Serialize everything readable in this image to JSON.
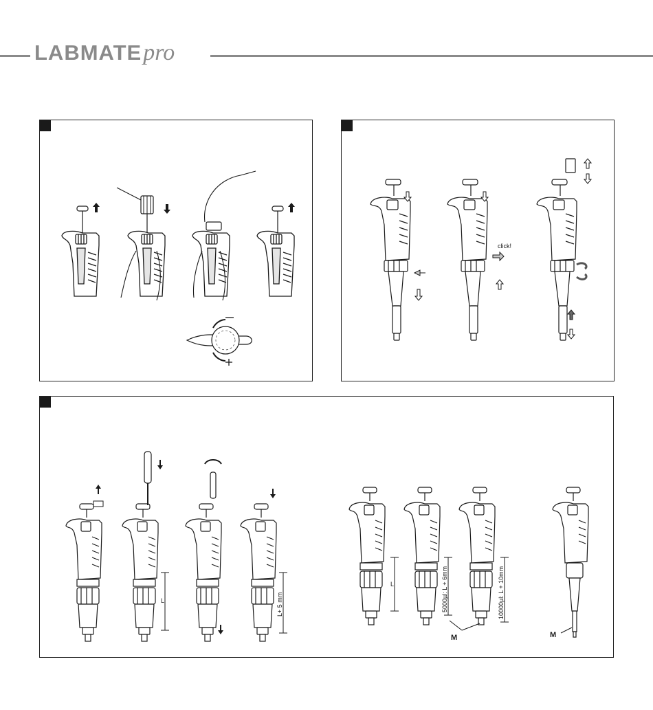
{
  "header": {
    "brand_main": "LABMATE",
    "brand_sub": "pro"
  },
  "panel_b": {
    "click_label": "click!"
  },
  "panel_c": {
    "dim_l_1": "L",
    "dim_l_plus_5": "L+ 5 mm",
    "dim_l_2": "L",
    "dim_5000": "5000µl: L + 6mm",
    "dim_10000": "10000µl: L + 10mm",
    "marker_m_1": "M",
    "marker_m_2": "M"
  },
  "icons": [
    "arrow-up-icon",
    "arrow-down-icon",
    "rotate-icon",
    "minus-sign",
    "plus-sign"
  ]
}
